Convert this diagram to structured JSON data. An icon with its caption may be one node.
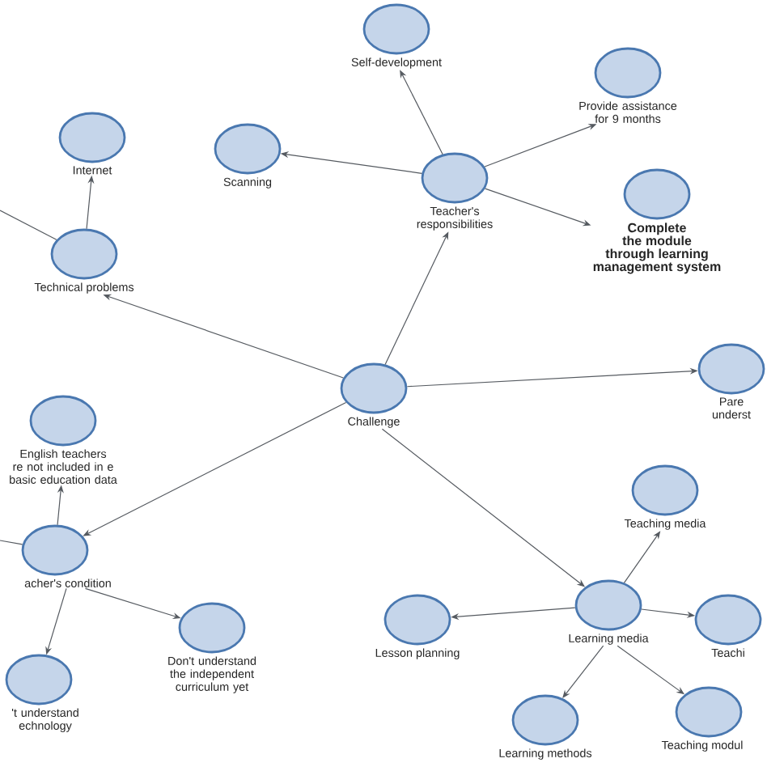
{
  "diagram": {
    "nodes": [
      {
        "text": [
          "Challenge"
        ]
      },
      {
        "text": [
          "Teacher's responsibilities"
        ]
      },
      {
        "text": [
          "Self-development"
        ]
      },
      {
        "text": [
          "Provide assistance for 9 months"
        ]
      },
      {
        "text": [
          "Complete the module through learning management system"
        ]
      },
      {
        "text": [
          "Scanning"
        ]
      },
      {
        "text": [
          "Technical problems"
        ]
      },
      {
        "text": [
          "Internet"
        ]
      },
      {
        "text": [
          "Pare underst"
        ]
      },
      {
        "text": [
          "acher's condition"
        ]
      },
      {
        "text": [
          "English teachers re not included in e basic education data"
        ]
      },
      {
        "text": [
          "Don't understand the independent curriculum yet"
        ]
      },
      {
        "text": [
          "'t understand echnology"
        ]
      },
      {
        "text": [
          "Learning media"
        ]
      },
      {
        "text": [
          "Teaching media"
        ]
      },
      {
        "text": [
          "Lesson planning"
        ]
      },
      {
        "text": [
          "Teachi"
        ]
      },
      {
        "text": [
          "Learning methods"
        ]
      },
      {
        "text": [
          "Teaching modul"
        ]
      }
    ],
    "edges": [
      {
        "from": 0,
        "to": 1,
        "arrow": "to"
      },
      {
        "from": 1,
        "to": 2,
        "arrow": "to"
      },
      {
        "from": 1,
        "to": 3,
        "arrow": "to"
      },
      {
        "from": 1,
        "to": 4,
        "arrow": "to"
      },
      {
        "from": 1,
        "to": 5,
        "arrow": "to"
      },
      {
        "from": 0,
        "to": 6,
        "arrow": "to"
      },
      {
        "from": 6,
        "to": 7,
        "arrow": "to"
      },
      {
        "from": null,
        "to": 6,
        "arrow": "none"
      },
      {
        "from": 0,
        "to": 8,
        "arrow": "to"
      },
      {
        "from": 0,
        "to": 9,
        "arrow": "to"
      },
      {
        "from": null,
        "to": 9,
        "arrow": "none"
      },
      {
        "from": 9,
        "to": 10,
        "arrow": "to"
      },
      {
        "from": 9,
        "to": 11,
        "arrow": "to"
      },
      {
        "from": 9,
        "to": 12,
        "arrow": "to"
      },
      {
        "from": 0,
        "to": 13,
        "arrow": "to"
      },
      {
        "from": 13,
        "to": 14,
        "arrow": "to"
      },
      {
        "from": 13,
        "to": 15,
        "arrow": "to"
      },
      {
        "from": 13,
        "to": 16,
        "arrow": "to"
      },
      {
        "from": 13,
        "to": 17,
        "arrow": "to"
      },
      {
        "from": 13,
        "to": 18,
        "arrow": "to"
      }
    ]
  }
}
